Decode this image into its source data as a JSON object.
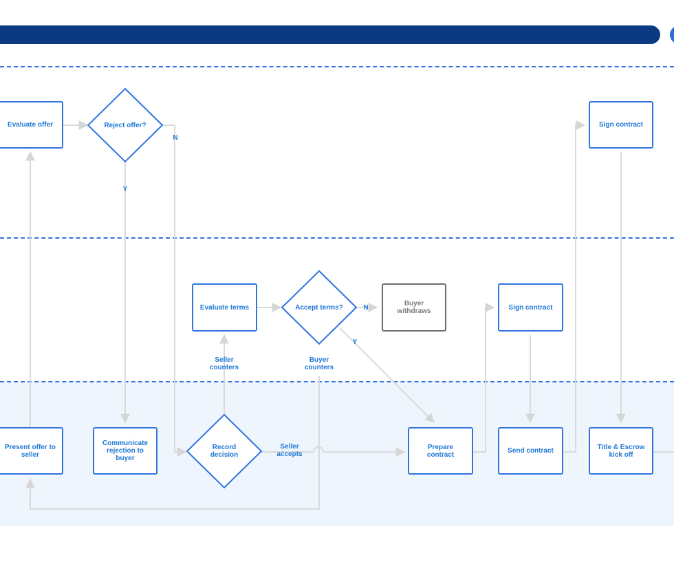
{
  "nodes": {
    "evaluate_offer": "Evaluate offer",
    "reject_offer": "Reject offer?",
    "sign_contract_top": "Sign contract",
    "evaluate_terms": "Evaluate terms",
    "accept_terms": "Accept terms?",
    "buyer_withdraws": "Buyer\nwithdraws",
    "sign_contract_mid": "Sign contract",
    "present_offer": "Present offer to\nseller",
    "communicate_rejection": "Communicate\nrejection to\nbuyer",
    "record_decision": "Record\ndecision",
    "prepare_contract": "Prepare\ncontract",
    "send_contract": "Send contract",
    "title_escrow": "Title & Escrow\nkick off"
  },
  "edge_labels": {
    "reject_no": "N",
    "reject_yes": "Y",
    "accept_no": "N",
    "accept_yes": "Y",
    "seller_counters": "Seller\ncounters",
    "buyer_counters": "Buyer\ncounters",
    "seller_accepts": "Seller\naccepts"
  },
  "colors": {
    "header": "#0b3a82",
    "accent": "#2f74e0",
    "text": "#1e78d6",
    "connector": "#d9d9d9",
    "lane_highlight": "#eef5fc"
  }
}
